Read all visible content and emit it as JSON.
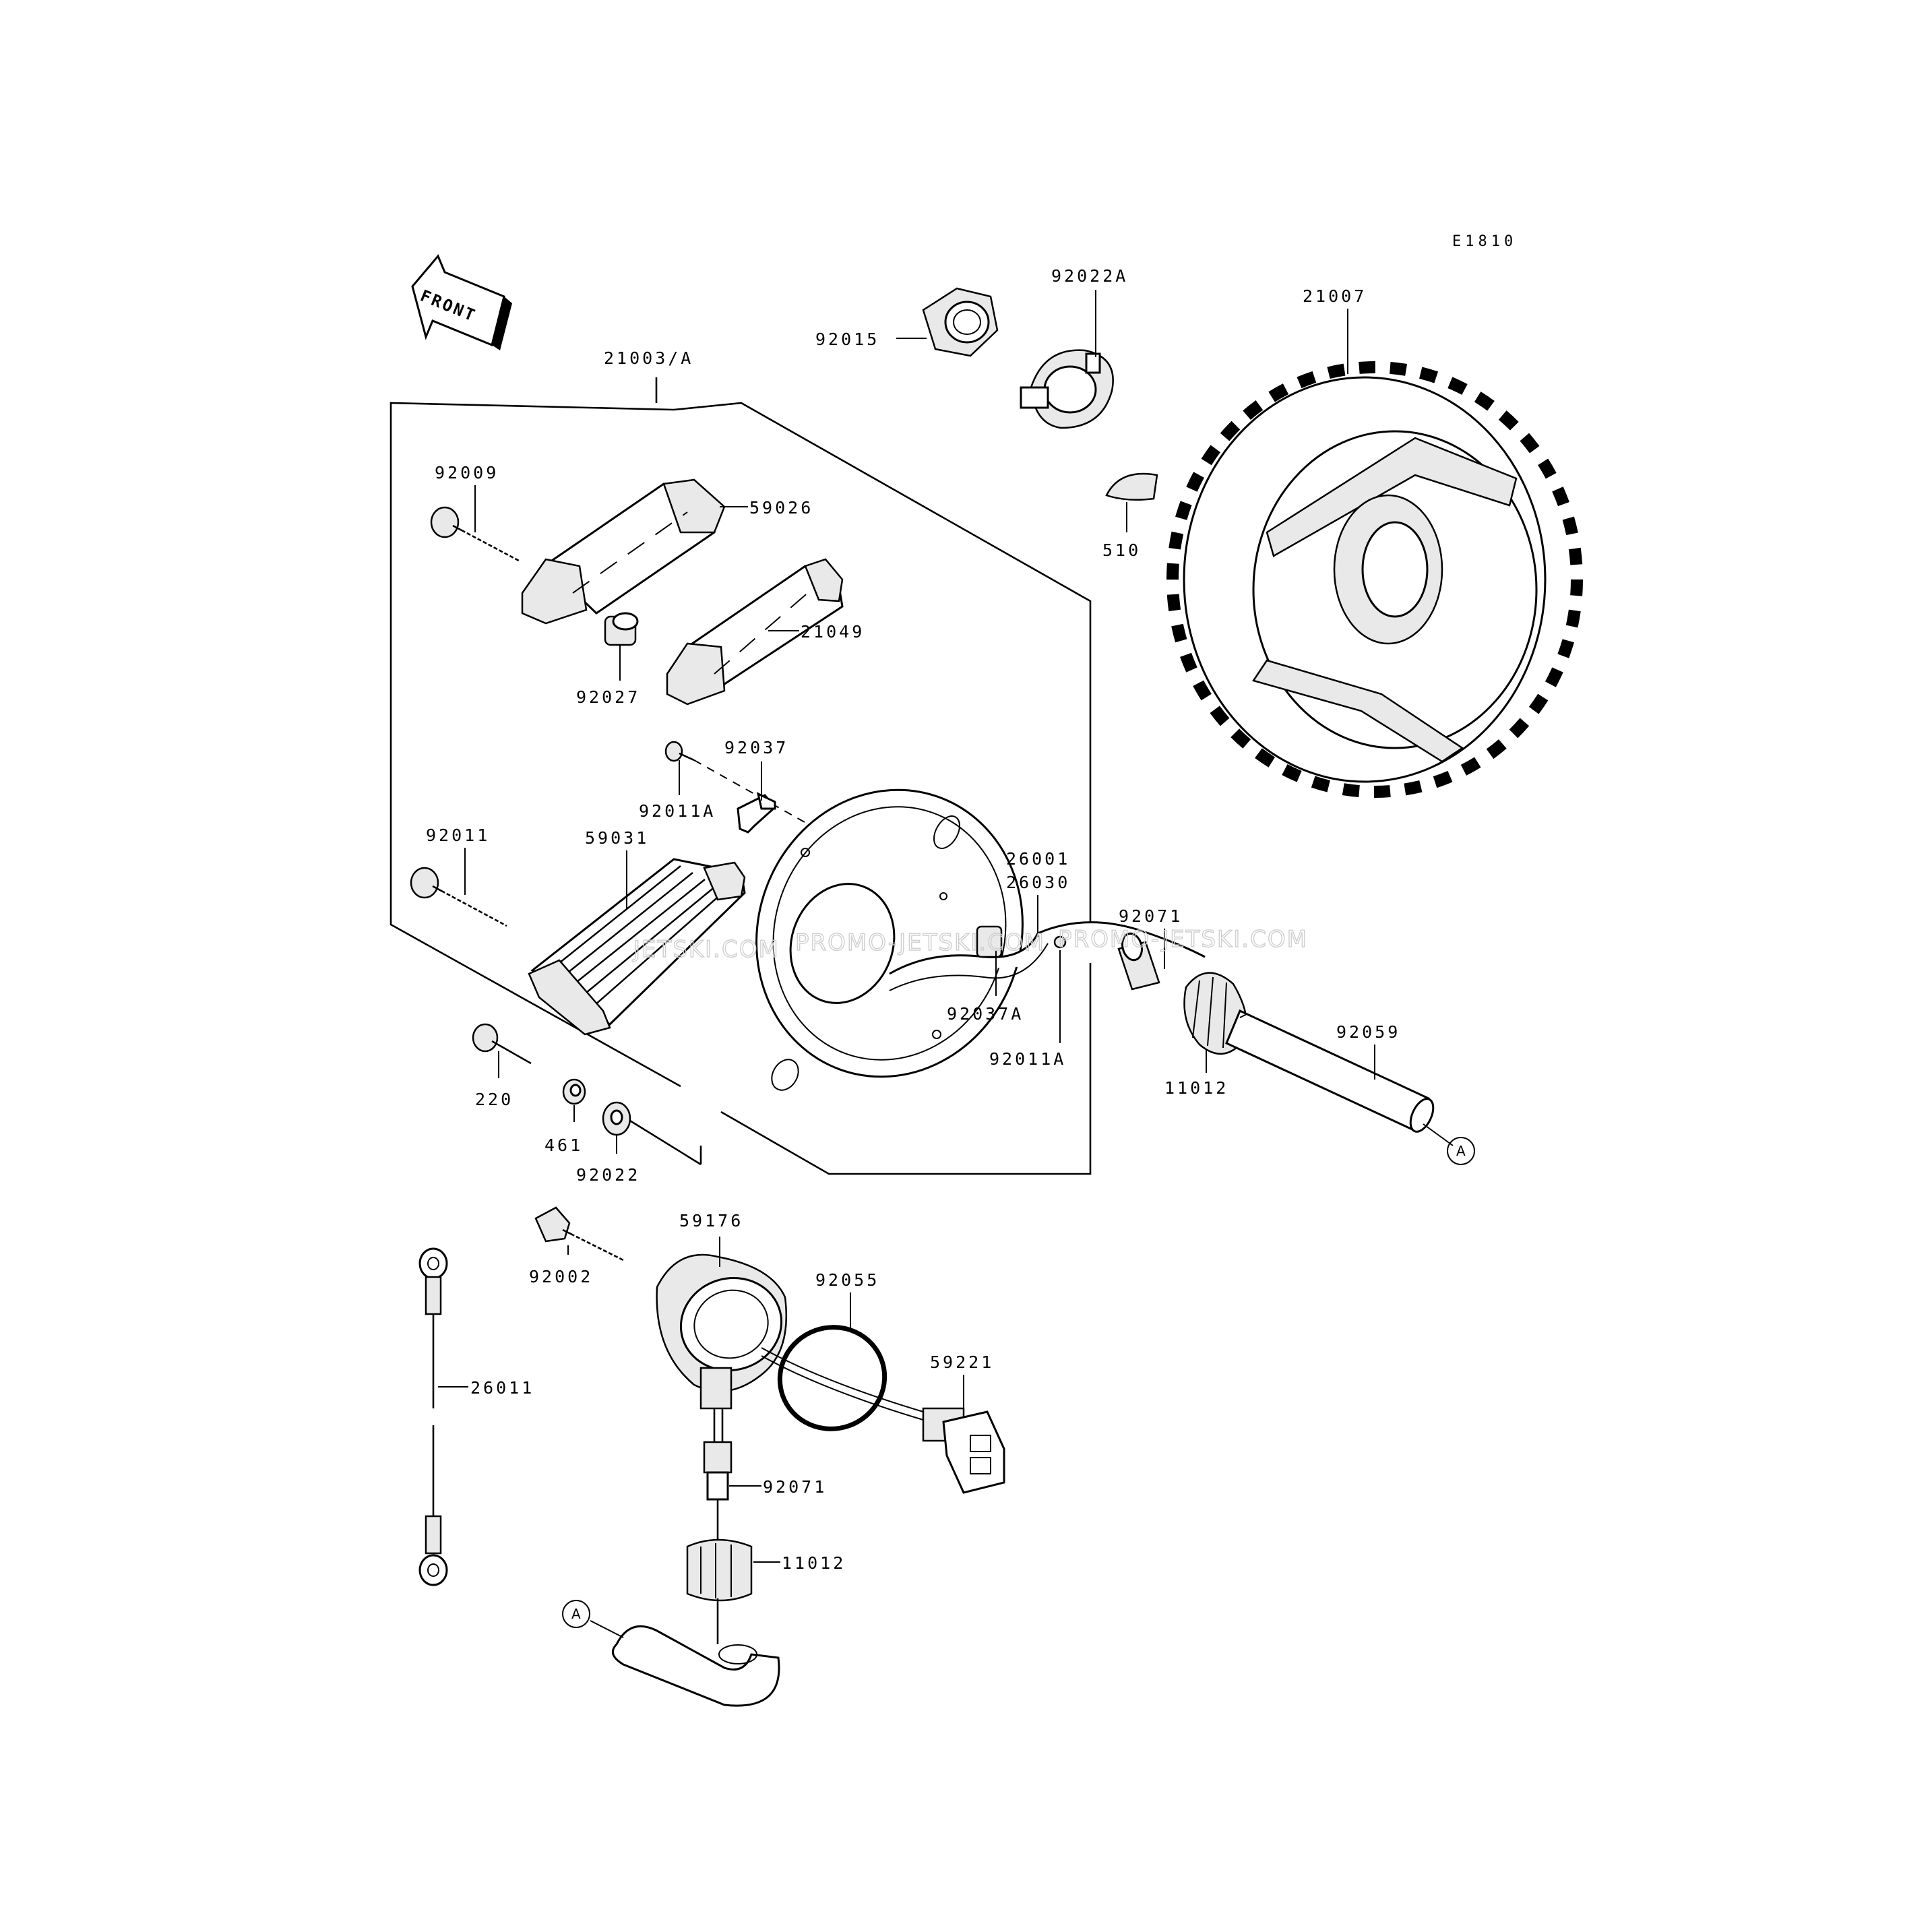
{
  "diagram_code": "E1810",
  "front_label": "FRONT",
  "group_label": "21003/A",
  "marker": "A",
  "watermarks": [
    "JETSKI.COM",
    "PROMO-JETSKI.COM",
    "PROMO-JETSKI.COM"
  ],
  "parts": {
    "p92015": "92015",
    "p92022A": "92022A",
    "p21007": "21007",
    "p510": "510",
    "p92009": "92009",
    "p59026": "59026",
    "p21049": "21049",
    "p92027": "92027",
    "p92037": "92037",
    "p92011A_top": "92011A",
    "p92011": "92011",
    "p59031": "59031",
    "p26001": "26001",
    "p26030": "26030",
    "p92071_top": "92071",
    "p92037A": "92037A",
    "p92011A_bottom": "92011A",
    "p92059": "92059",
    "p11012_top": "11012",
    "p220": "220",
    "p461": "461",
    "p92022": "92022",
    "p92002": "92002",
    "p59176": "59176",
    "p92055": "92055",
    "p26011": "26011",
    "p59221": "59221",
    "p92071_bottom": "92071",
    "p11012_bottom": "11012"
  }
}
